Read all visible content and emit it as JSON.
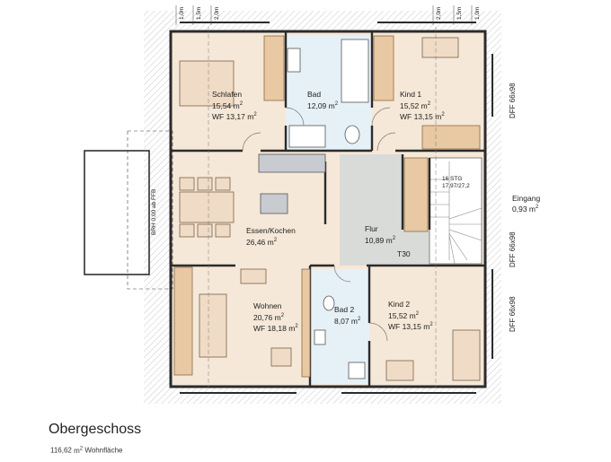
{
  "plan": {
    "title": "Obergeschoss",
    "area_value": "116,62",
    "area_unit": "m",
    "area_suffix": "Wohnfläche",
    "dims_top": [
      "1,0m",
      "1,5m",
      "2,0m",
      "2,0m",
      "1,5m",
      "1,0m"
    ],
    "side_labels": {
      "dff": "DFF 66x98",
      "brh": "BRH 0,00 ab FFB",
      "stair": "16 STG",
      "stair_dim": "17,97/27,2"
    },
    "entrance": {
      "name": "Eingang",
      "area": "0,93"
    },
    "door_tag": "T30",
    "rooms": [
      {
        "name": "Schlafen",
        "area": "15,54",
        "wf": "WF 13,17"
      },
      {
        "name": "Bad",
        "area": "12,09",
        "wf": ""
      },
      {
        "name": "Kind 1",
        "area": "15,52",
        "wf": "WF 13,15"
      },
      {
        "name": "Essen/Kochen",
        "area": "26,46",
        "wf": ""
      },
      {
        "name": "Flur",
        "area": "10,89",
        "wf": ""
      },
      {
        "name": "Wohnen",
        "area": "20,76",
        "wf": "WF 18,18"
      },
      {
        "name": "Bad 2",
        "area": "8,07",
        "wf": ""
      },
      {
        "name": "Kind 2",
        "area": "15,52",
        "wf": "WF 13,15"
      }
    ]
  },
  "colors": {
    "floor": "#f5e8d8",
    "bath": "#e6f1f7",
    "hall": "#d7d9d7",
    "wood": "#e9c9a4",
    "wall": "#2b2b2b",
    "roof": "#efefef"
  }
}
